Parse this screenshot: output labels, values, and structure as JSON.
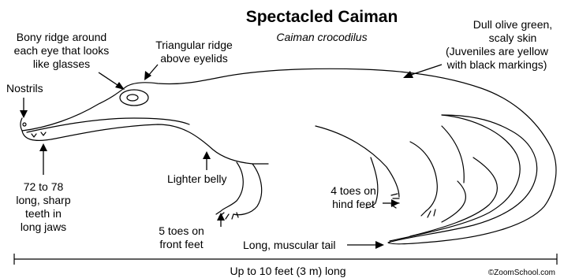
{
  "title": "Spectacled Caiman",
  "scientific_name": "Caiman crocodilus",
  "labels": {
    "bony_ridge": [
      "Bony ridge around",
      "each eye that looks",
      "like glasses"
    ],
    "triangular_ridge": [
      "Triangular ridge",
      "above eyelids"
    ],
    "skin": [
      "Dull olive green,",
      "scaly skin",
      "(Juveniles are yellow",
      "with black markings)"
    ],
    "nostrils": "Nostrils",
    "teeth": [
      "72 to 78",
      "long, sharp",
      "teeth in",
      "long jaws"
    ],
    "belly": "Lighter belly",
    "hind_feet": [
      "4 toes on",
      "hind feet"
    ],
    "front_feet": [
      "5 toes on",
      "front feet"
    ],
    "tail": "Long, muscular tail",
    "length": "Up to 10 feet (3 m) long",
    "credit": "©ZoomSchool.com"
  }
}
